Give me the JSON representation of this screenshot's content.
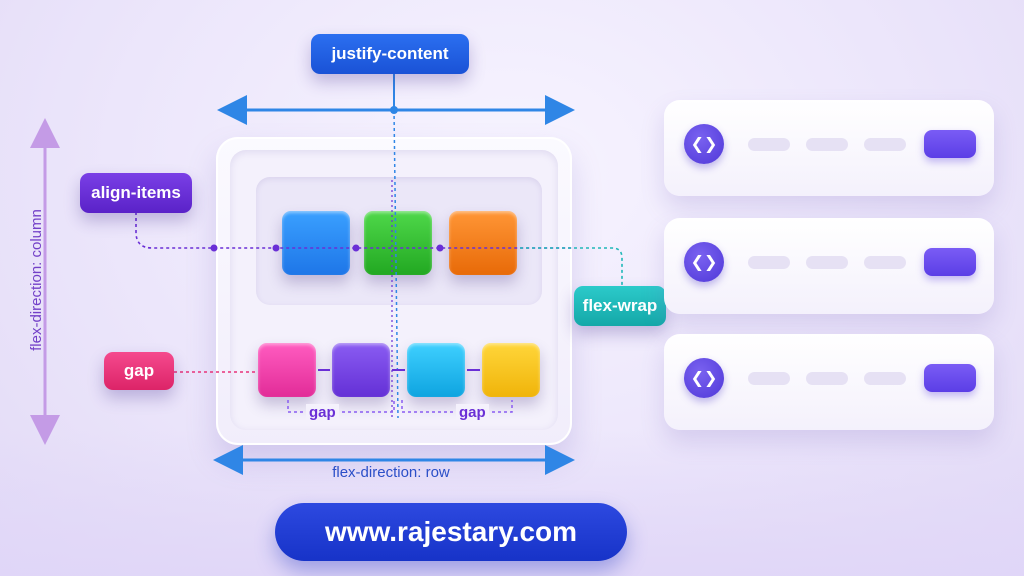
{
  "labels": {
    "justify_content": "justify-content",
    "align_items": "align-items",
    "flex_wrap": "flex-wrap",
    "gap": "gap",
    "flex_direction_column": "flex-direction: column",
    "flex_direction_row": "flex-direction: row",
    "gap_marker_1": "gap",
    "gap_marker_2": "gap"
  },
  "footer": {
    "url": "www.rajestary.com"
  },
  "colors": {
    "justify_content_bg": "#1f5fe0",
    "align_items_bg": "#6a2fd6",
    "flex_wrap_bg": "#1fb8b8",
    "gap_bg": "#e8337a",
    "axis_blue": "#2f86e6",
    "axis_purple": "#c49be6",
    "accent_purple": "#6a2fd6",
    "box_blue": "#1e86f0",
    "box_green": "#2cbd2c",
    "box_orange": "#f07a12",
    "box_pink": "#ef3aa6",
    "box_violet": "#7340e0",
    "box_cyan": "#17b4ea",
    "box_yellow": "#f4c21a"
  },
  "icons": {
    "card_avatar": "chevron-pair-icon"
  }
}
